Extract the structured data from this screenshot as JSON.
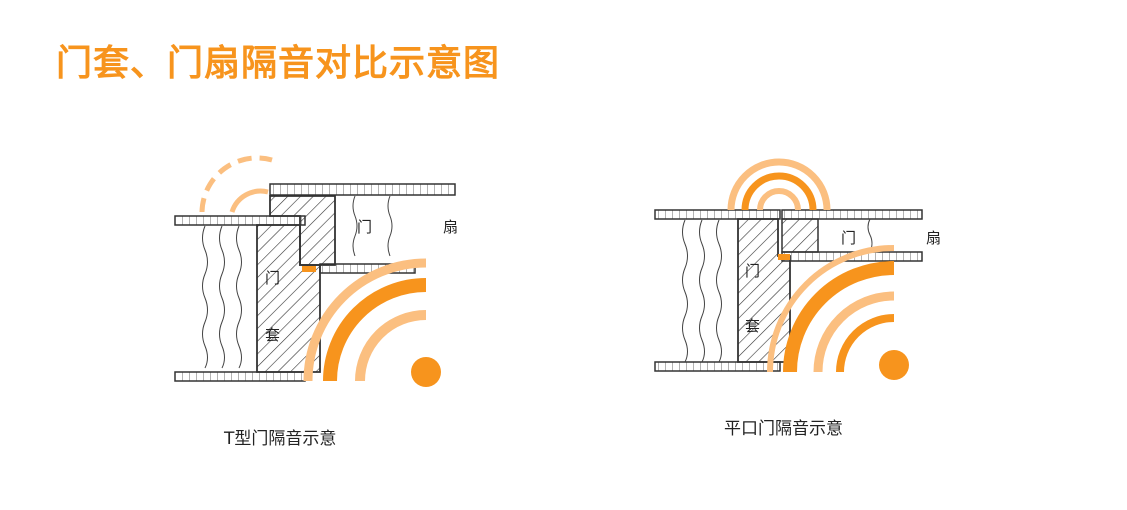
{
  "title": "门套、门扇隔音对比示意图",
  "colors": {
    "accent": "#f7941d",
    "accent_light": "#fbbf80",
    "line": "#333333"
  },
  "diagram_t": {
    "caption": "T型门隔音示意",
    "label_leaf_1": "门",
    "label_leaf_2": "扇",
    "label_frame_1": "门",
    "label_frame_2": "套"
  },
  "diagram_flat": {
    "caption": "平口门隔音示意",
    "label_leaf_1": "门",
    "label_leaf_2": "扇",
    "label_frame_1": "门",
    "label_frame_2": "套"
  }
}
